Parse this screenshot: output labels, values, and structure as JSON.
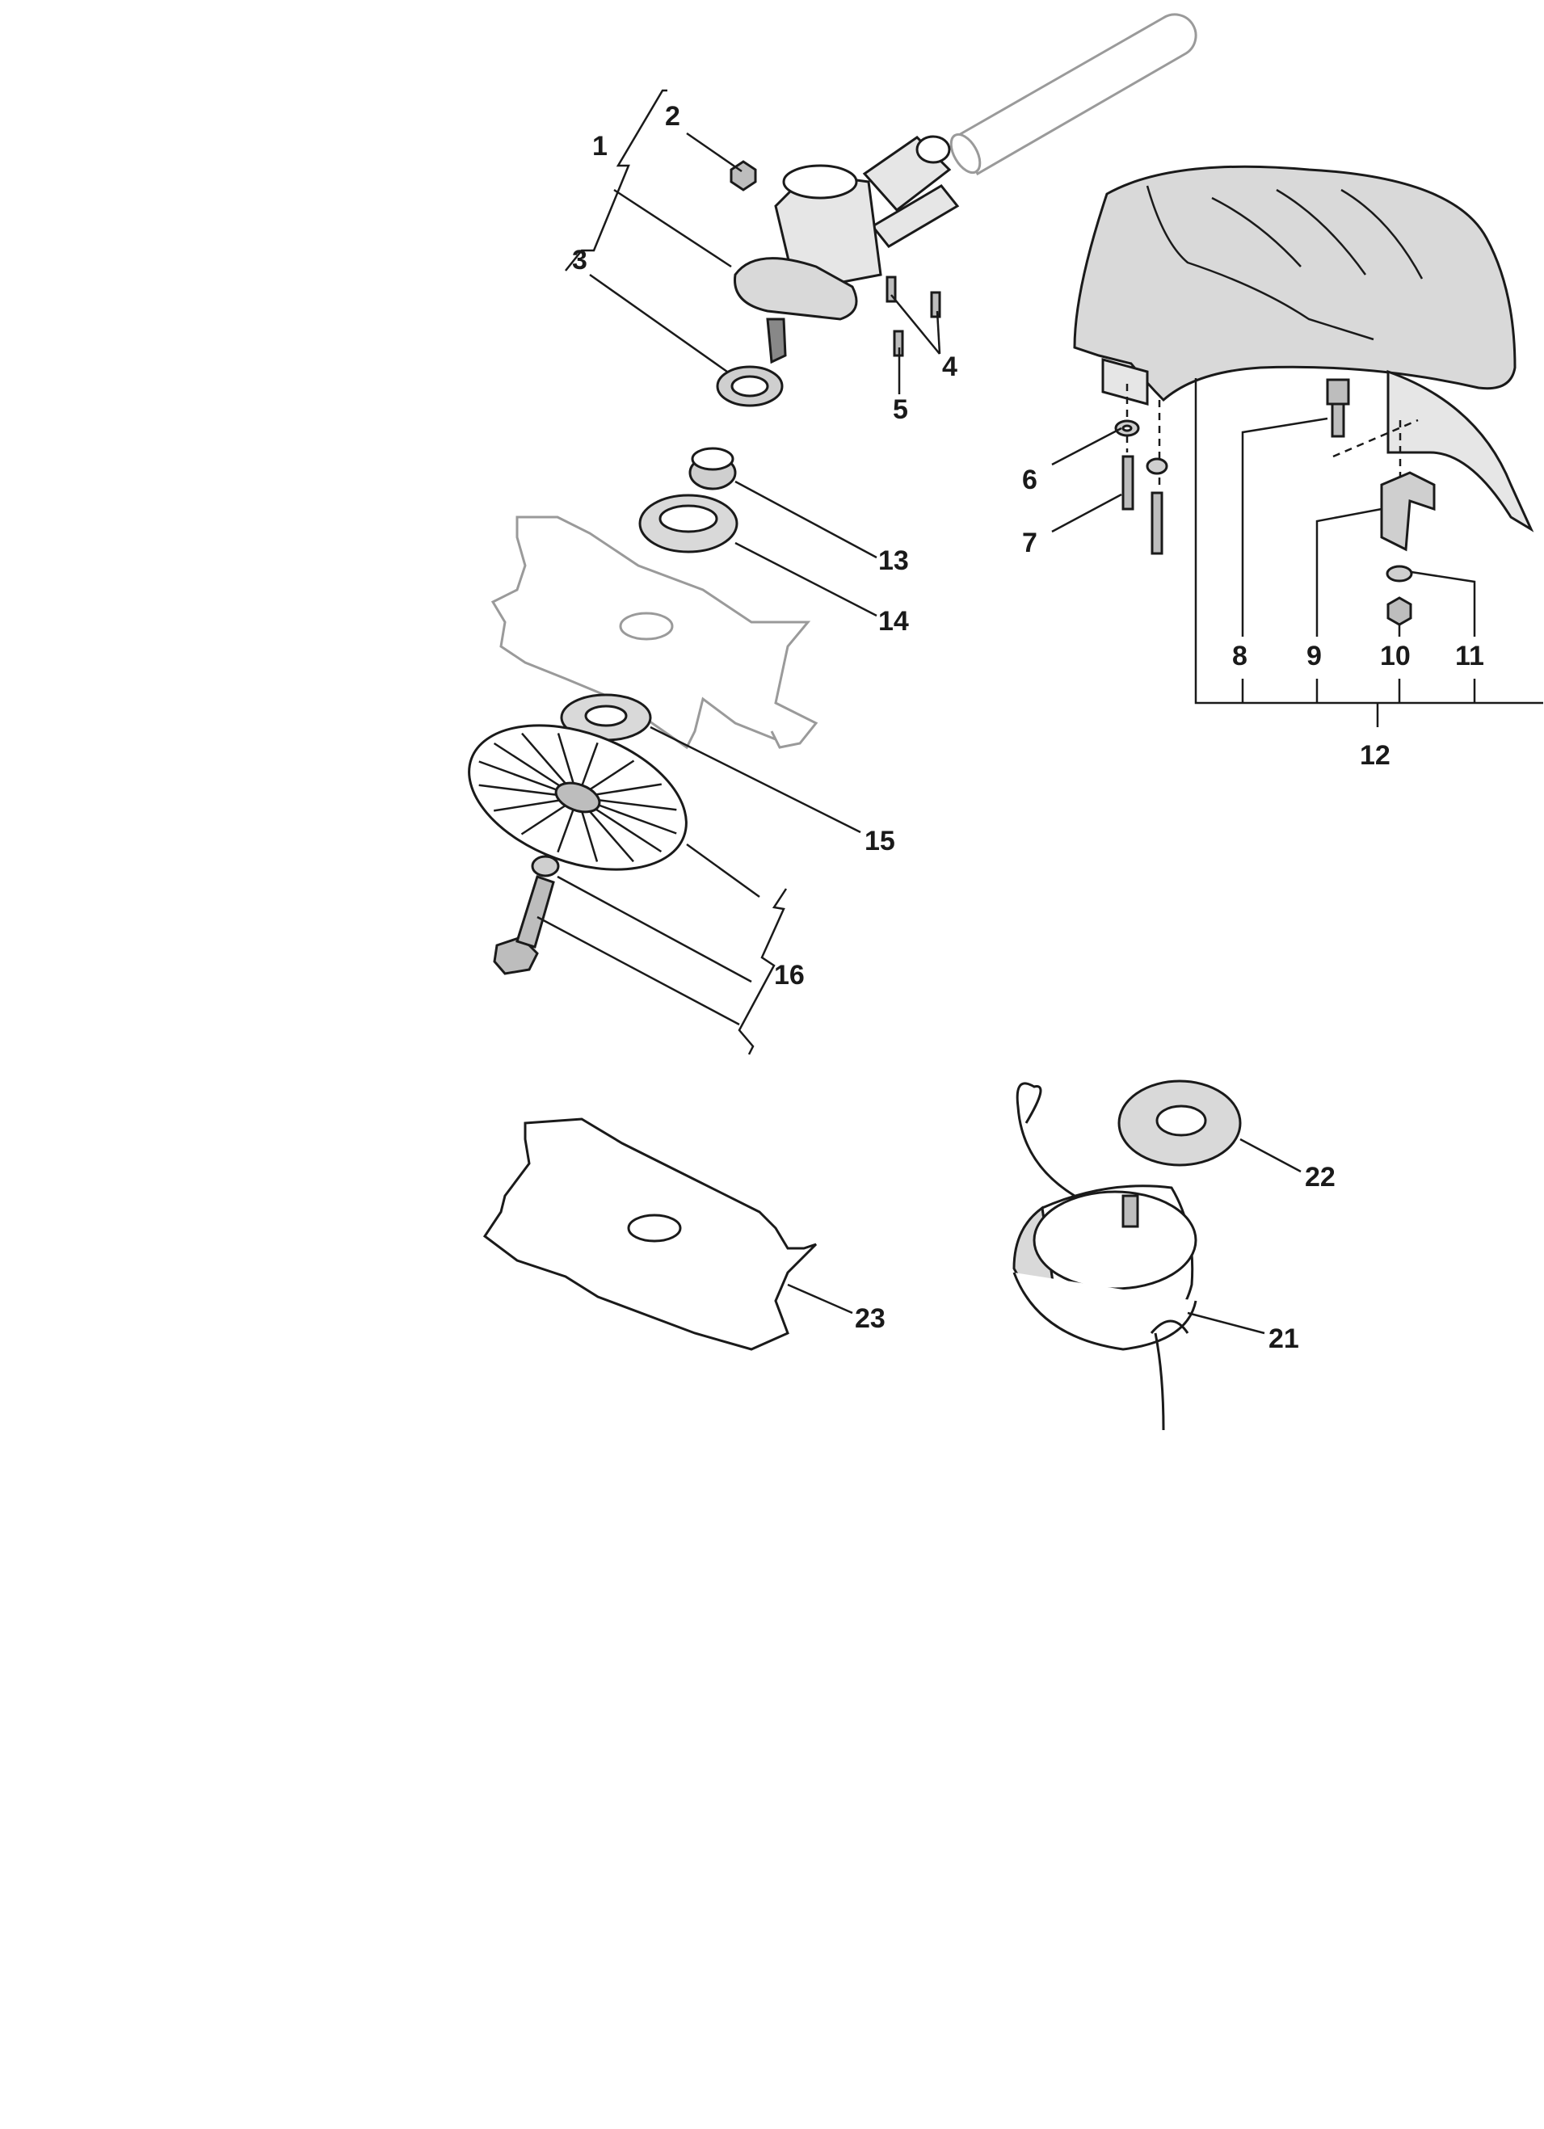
{
  "labels": {
    "l1": "1",
    "l2": "2",
    "l3": "3",
    "l4": "4",
    "l5": "5",
    "l6": "6",
    "l7": "7",
    "l8": "8",
    "l9": "9",
    "l10": "10",
    "l11": "11",
    "l12": "12",
    "l13": "13",
    "l14": "14",
    "l15": "15",
    "l16": "16",
    "l21": "21",
    "l22": "22",
    "l23": "23"
  },
  "colors": {
    "ink": "#1a1a1a",
    "shaded": "#d9d9d9",
    "ghost": "#9a9a9a",
    "paper": "#ffffff"
  }
}
